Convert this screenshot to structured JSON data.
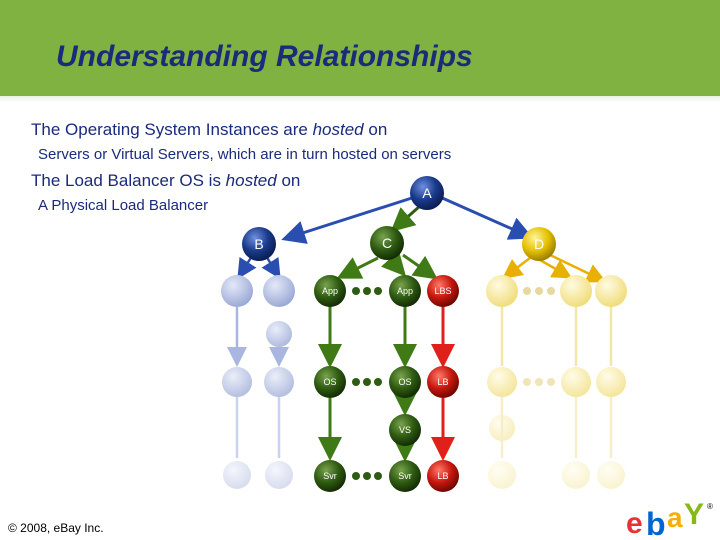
{
  "slide": {
    "title": "Understanding Relationships",
    "bullets": [
      {
        "pre": "The Operating System Instances are ",
        "em": "hosted",
        "post": " on"
      },
      {
        "text": "Servers or Virtual Servers, which are in turn hosted on servers"
      },
      {
        "pre": "The Load Balancer OS is ",
        "em": "hosted",
        "post": " on"
      },
      {
        "text": "A Physical Load Balancer"
      }
    ],
    "footer": "© 2008, eBay Inc."
  },
  "diagram": {
    "top_nodes": [
      "A",
      "B",
      "C",
      "D"
    ],
    "node_labels": {
      "app": "App",
      "lbs": "LBS",
      "os": "OS",
      "lb": "LB",
      "vs": "VS",
      "svr": "Svr"
    }
  },
  "logo": {
    "letters": [
      "e",
      "b",
      "a",
      "Y"
    ],
    "mark": "®",
    "colors": {
      "e": "#e53238",
      "b": "#0064d2",
      "a": "#f5af02",
      "Y": "#86b817"
    }
  },
  "colors": {
    "header": "#7fb241",
    "title": "#1b2a7a",
    "node_navy": "#1a3a8c",
    "node_green": "#2f5c12",
    "node_red": "#c8180e",
    "node_yellow": "#e6c200",
    "arrow_blue": "#2a4db0",
    "arrow_green": "#3f7a16",
    "arrow_red": "#e0201a",
    "arrow_gold": "#e8b000"
  }
}
